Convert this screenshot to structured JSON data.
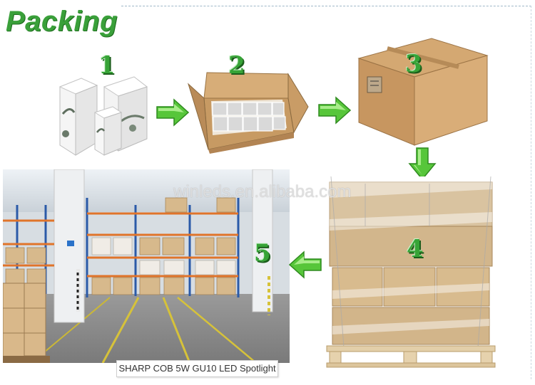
{
  "title": "Packing",
  "steps": [
    "1",
    "2",
    "3",
    "4",
    "5"
  ],
  "watermark": "winleds.en.alibaba.com",
  "caption": "SHARP COB 5W GU10 LED Spotlight",
  "colors": {
    "title_green": "#3aa03a",
    "arrow_green": "#57c63a",
    "cardboard": "#c9a070"
  },
  "icons": [
    "arrow-right-icon",
    "arrow-down-icon",
    "arrow-left-icon"
  ]
}
